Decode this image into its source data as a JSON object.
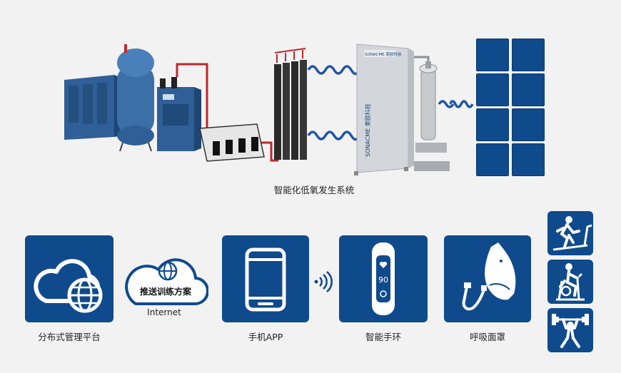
{
  "colors": {
    "brand_blue": "#0f4a8c",
    "tank_blue": "#3b6fa8",
    "pipe_red": "#c0272d",
    "bg": "#f2f2f2"
  },
  "top": {
    "system_caption": "智能化低氧发生系统",
    "cabinet_brand": "SONACME 莱欧科技",
    "cabinet_logo": "SONACME 莱欧科技"
  },
  "bottom": {
    "platform_label": "分布式管理平台",
    "cloud_text": "推送训练方案",
    "internet_label": "Internet",
    "phone_label": "手机APP",
    "band_label": "智能手环",
    "band_value": "90",
    "mask_label": "呼吸面罩"
  },
  "icons": {
    "platform": "cloud-globe-icon",
    "cloud": "cloud-globe-icon",
    "phone": "smartphone-icon",
    "wifi": "wireless-signal-icon",
    "band": "smart-band-icon",
    "mask": "breathing-mask-icon",
    "sports": [
      "treadmill-icon",
      "exercise-bike-icon",
      "weightlifting-icon"
    ]
  }
}
